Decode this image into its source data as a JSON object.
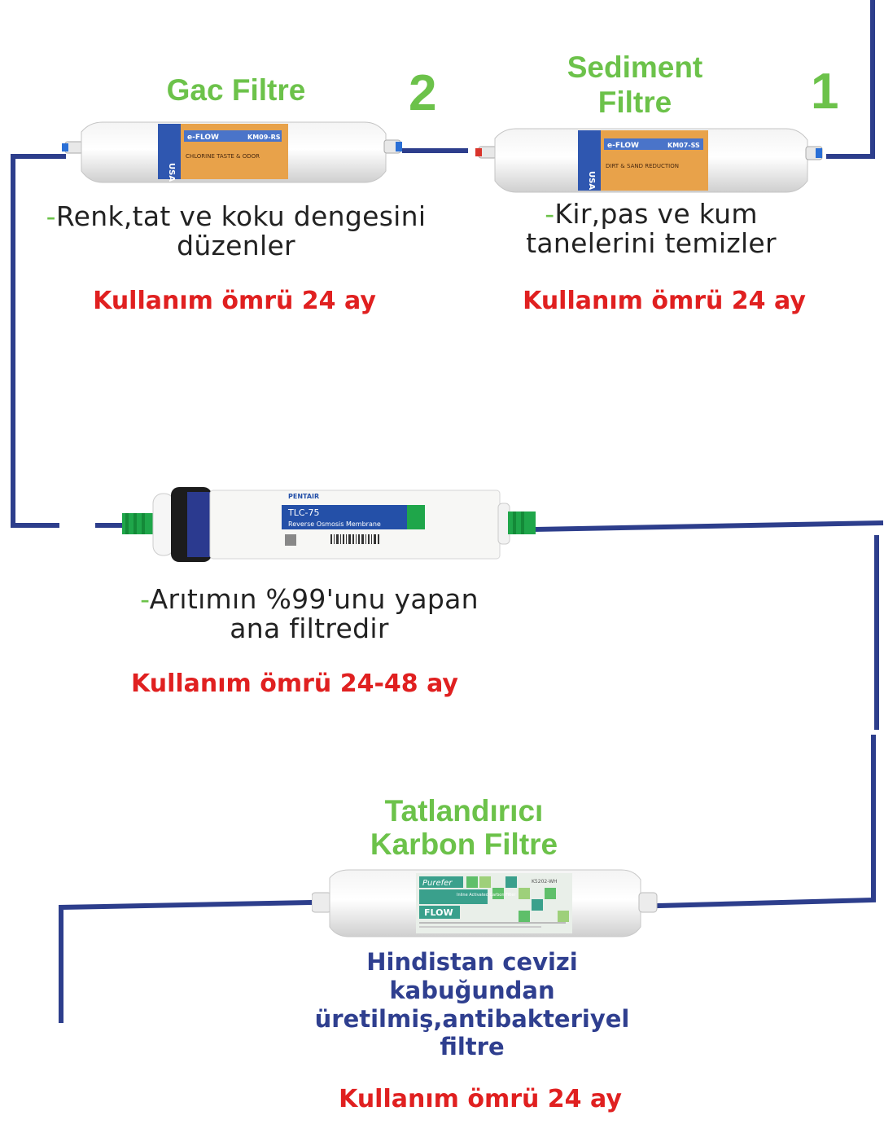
{
  "colors": {
    "pipe": "#2d3e8c",
    "title_green": "#6cc24a",
    "life_red": "#e02020",
    "desc_blue": "#2f3f8f"
  },
  "filter1": {
    "title_line1": "Sediment",
    "title_line2": "Filtre",
    "number": "1",
    "desc_dash": "-",
    "desc_line1": "Kir,pas ve kum",
    "desc_line2": "tanelerini temizler",
    "life": "Kullanım ömrü 24 ay",
    "label_brand": "e-FLOW",
    "label_country": "USA",
    "label_model": "KM07-SS",
    "label_note": "DIRT & SAND REDUCTION"
  },
  "filter2": {
    "title": "Gac Filtre",
    "number": "2",
    "desc_dash": "-",
    "desc_line1": "Renk,tat ve koku dengesini",
    "desc_line2": "düzenler",
    "life": "Kullanım ömrü 24 ay",
    "label_brand": "e-FLOW",
    "label_country": "USA",
    "label_model": "KM09-RS",
    "label_note": "CHLORINE TASTE & ODOR"
  },
  "membrane": {
    "desc_dash": "-",
    "desc_line1": "Arıtımın %99'unu yapan",
    "desc_line2": "ana filtredir",
    "life": "Kullanım ömrü 24-48 ay",
    "label_brand": "PENTAIR",
    "label_model": "TLC-75",
    "label_sub": "Reverse Osmosis Membrane"
  },
  "carbon": {
    "title_line1": "Tatlandırıcı",
    "title_line2": "Karbon Filtre",
    "desc_line1": "Hindistan cevizi",
    "desc_line2": "kabuğundan",
    "desc_line3": "üretilmiş,antibakteriyel",
    "desc_line4": "filtre",
    "life": "Kullanım ömrü 24 ay",
    "label_brand": "Purefer",
    "label_sub": "Inline Activated Carbon Filter",
    "label_flow": "FLOW",
    "label_model": "K5202-WH"
  }
}
